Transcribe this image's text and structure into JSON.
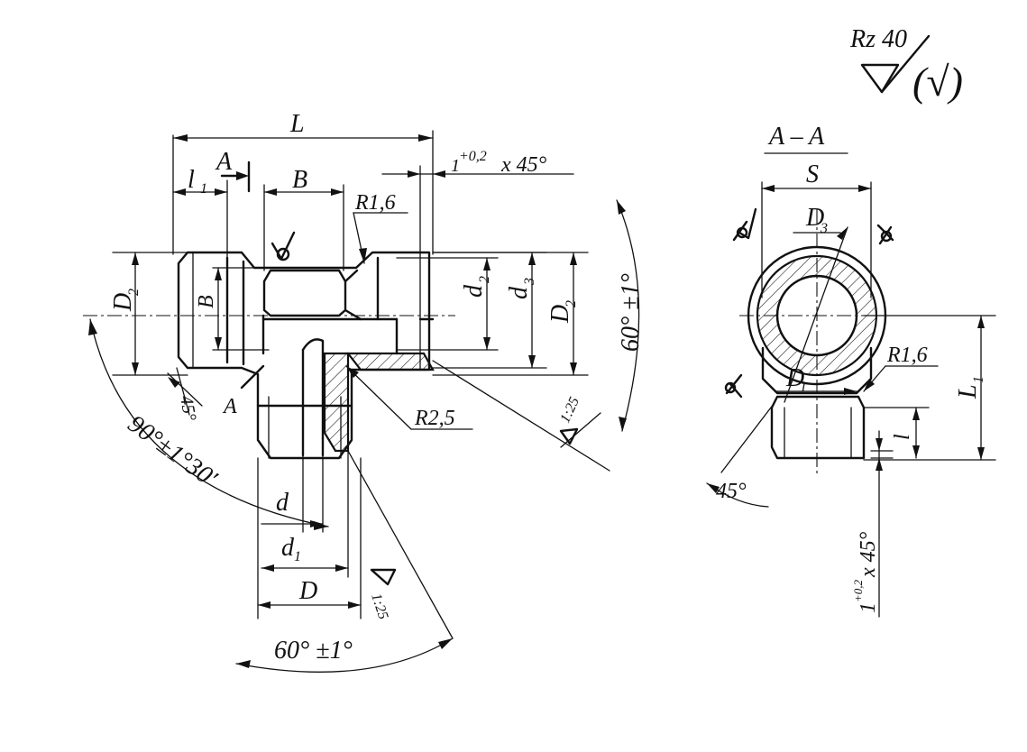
{
  "roughness": {
    "label": "Rz 40",
    "note": "(√)"
  },
  "section_title": "A – A",
  "cut_mark": "A",
  "dims": {
    "L": "L",
    "l1": "l",
    "l1_sub": "1",
    "B": "B",
    "B_vertical": "B",
    "R16": "R1,6",
    "chamfer_top_base": "1",
    "chamfer_top_tol": "+0,2",
    "chamfer_top_tail": "x 45°",
    "D2": "D",
    "D2_sub": "2",
    "d2": "d",
    "d2_sub": "2",
    "d3": "d",
    "d3_sub": "3",
    "angle_60_right": "60° ±1°",
    "taper_right": "1:25",
    "R25": "R2,5",
    "angle_45": "45°",
    "angle_90": "90°±1°30′",
    "d": "d",
    "d1": "d",
    "d1_sub": "1",
    "D": "D",
    "taper_bottom": "1:25",
    "angle_60_bottom": "60° ±1°",
    "S": "S",
    "D3": "D",
    "D3_sub": "3",
    "D1": "D",
    "D1_sub": "1",
    "R16_section": "R1,6",
    "L1": "L",
    "L1_sub": "1",
    "l": "l",
    "angle_45_section": "45°",
    "chamfer_side_base": "1",
    "chamfer_side_tol": "+0,2",
    "chamfer_side_tail": "x 45°"
  }
}
